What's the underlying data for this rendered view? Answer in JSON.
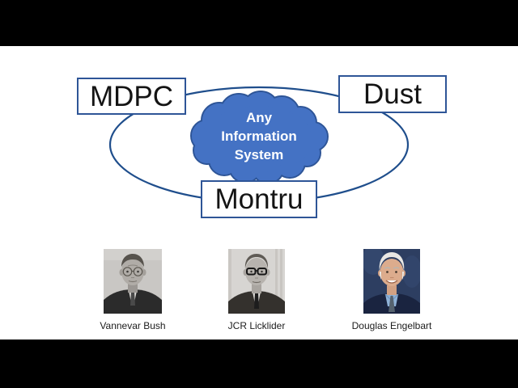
{
  "slide": {
    "diagram": {
      "nodes": [
        {
          "id": "mdpc",
          "label": "MDPC"
        },
        {
          "id": "dust",
          "label": "Dust"
        },
        {
          "id": "montru",
          "label": "Montru"
        }
      ],
      "cloud": {
        "lines": [
          "Any",
          "Information",
          "System"
        ]
      },
      "colors": {
        "cloud_fill": "#4472C4",
        "cloud_stroke": "#2E5597",
        "ellipse_stroke": "#1F4E8C",
        "box_border": "#2E5597",
        "box_text": "#141414",
        "cloud_text": "#FFFFFF",
        "letterbox": "#000000",
        "background": "#FFFFFF"
      }
    },
    "people": [
      {
        "name": "Vannevar Bush"
      },
      {
        "name": "JCR Licklider"
      },
      {
        "name": "Douglas Engelbart"
      }
    ]
  }
}
